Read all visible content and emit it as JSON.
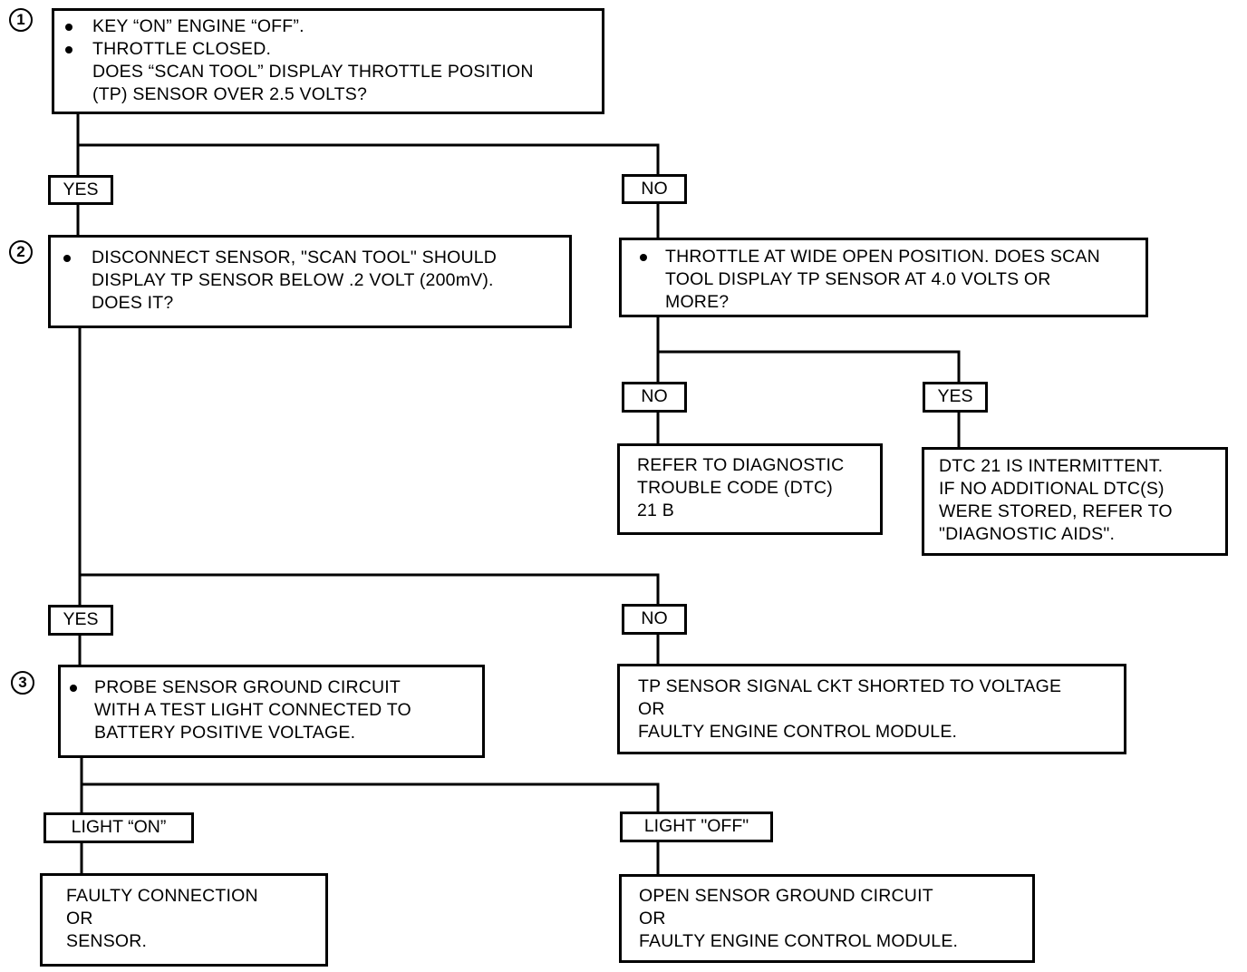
{
  "steps": {
    "step1": "1",
    "step2": "2",
    "step3": "3"
  },
  "boxes": {
    "q1": {
      "bullet1": "KEY “ON” ENGINE “OFF”.",
      "bullet2": "THROTTLE CLOSED.",
      "line3": "DOES “SCAN TOOL” DISPLAY THROTTLE POSITION",
      "line4": "(TP) SENSOR OVER 2.5 VOLTS?"
    },
    "q2": {
      "line1": "DISCONNECT SENSOR, \"SCAN TOOL\" SHOULD",
      "line2": "DISPLAY TP SENSOR BELOW .2 VOLT (200mV).",
      "line3": "DOES IT?"
    },
    "q_wot": {
      "line1": "THROTTLE AT WIDE OPEN POSITION. DOES SCAN",
      "line2": "TOOL DISPLAY TP SENSOR AT 4.0 VOLTS OR",
      "line3": "MORE?"
    },
    "refer_dtc": {
      "line1": "REFER TO DIAGNOSTIC",
      "line2": "TROUBLE CODE (DTC)",
      "line3": "21 B"
    },
    "intermittent": {
      "line1": "DTC 21 IS INTERMITTENT.",
      "line2": "IF NO ADDITIONAL DTC(S)",
      "line3": "WERE STORED, REFER TO",
      "line4": "\"DIAGNOSTIC AIDS\"."
    },
    "q3": {
      "line1": "PROBE SENSOR GROUND CIRCUIT",
      "line2": "WITH A TEST LIGHT CONNECTED TO",
      "line3": "BATTERY POSITIVE VOLTAGE."
    },
    "shorted": {
      "line1": "TP SENSOR SIGNAL CKT SHORTED TO VOLTAGE",
      "line2": "OR",
      "line3": "FAULTY ENGINE CONTROL MODULE."
    },
    "faulty_conn": {
      "line1": "FAULTY CONNECTION",
      "line2": "OR",
      "line3": "SENSOR."
    },
    "open_ground": {
      "line1": "OPEN SENSOR GROUND CIRCUIT",
      "line2": "OR",
      "line3": "FAULTY ENGINE CONTROL MODULE."
    }
  },
  "labels": {
    "yes1": "YES",
    "no1": "NO",
    "no_wot": "NO",
    "yes_wot": "YES",
    "yes2": "YES",
    "no2": "NO",
    "light_on": "LIGHT “ON”",
    "light_off": "LIGHT \"OFF\""
  }
}
